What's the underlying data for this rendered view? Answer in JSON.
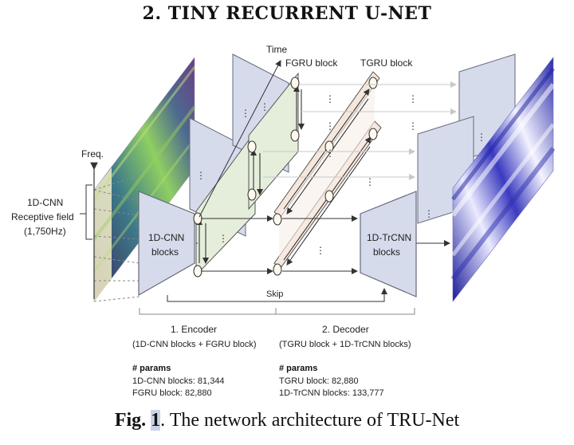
{
  "title": "2.  TINY RECURRENT U-NET",
  "caption": {
    "prefix": "Fig. ",
    "number": "1",
    "text": ". The network architecture of TRU-Net"
  },
  "axes": {
    "time": "Time",
    "freq": "Freq."
  },
  "receptive_field": {
    "line1": "1D-CNN",
    "line2": "Receptive field",
    "line3": "(1,750Hz)"
  },
  "blocks": {
    "fgru": "FGRU block",
    "tgru": "TGRU block",
    "cnn_line1": "1D-CNN",
    "cnn_line2": "blocks",
    "trcnn_line1": "1D-TrCNN",
    "trcnn_line2": "blocks",
    "skip": "Skip"
  },
  "encoder": {
    "title": "1.   Encoder",
    "subtitle": "(1D-CNN blocks + FGRU block)"
  },
  "decoder": {
    "title": "2. Decoder",
    "subtitle": "(TGRU block + 1D-TrCNN blocks)"
  },
  "params_left": {
    "header": "# params",
    "line1": "1D-CNN blocks: 81,344",
    "line2": "FGRU block: 82,880"
  },
  "params_right": {
    "header": "# params",
    "line1": "TGRU block: 82,880",
    "line2": "1D-TrCNN blocks: 133,777"
  },
  "ellipsis": "⋮",
  "colors": {
    "block_fill": "#d6dbec",
    "block_stroke": "#666a7a",
    "fgru_fill": "#e4eedb",
    "tgru_fill": "#f6e7dd",
    "spec_in": "#6a3e86",
    "spec_out": "#2a2aa8"
  }
}
